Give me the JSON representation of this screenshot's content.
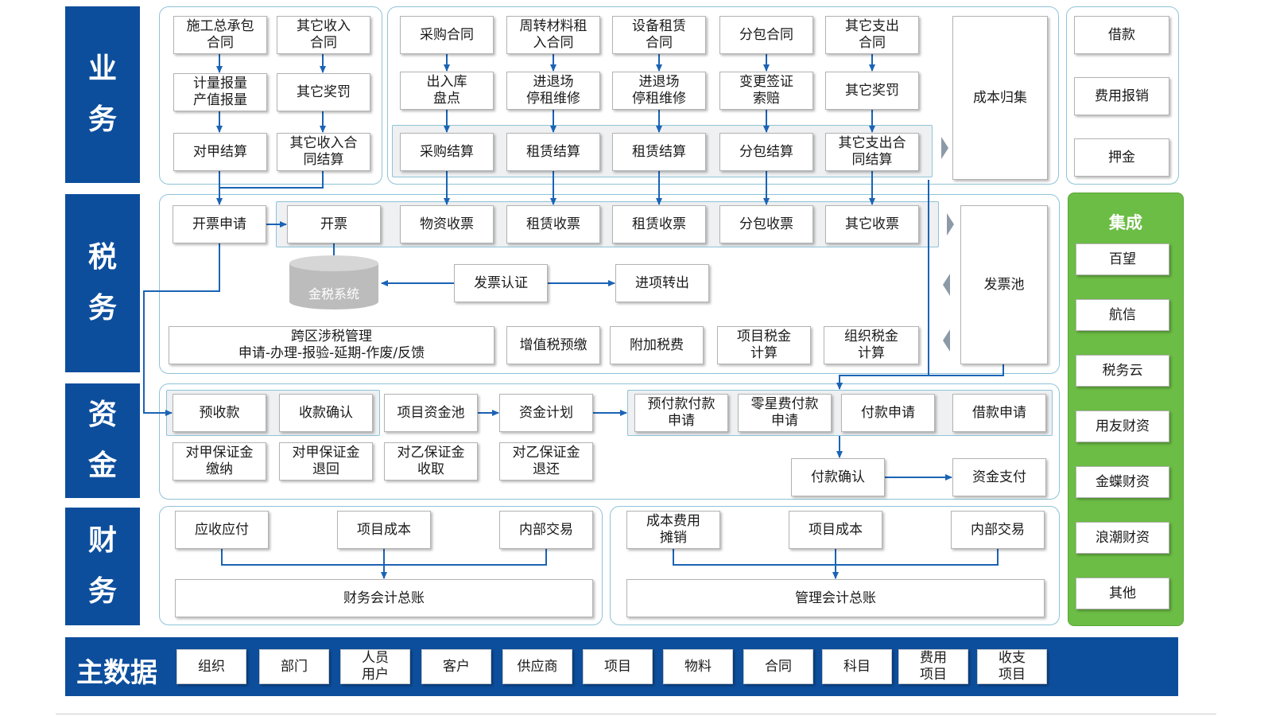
{
  "sections": {
    "business": "业\n务",
    "tax": "税\n务",
    "capital": "资\n金",
    "finance": "财\n务"
  },
  "business": {
    "income_col1": [
      "施工总承包\n合同",
      "计量报量\n产值报量",
      "对甲结算"
    ],
    "income_col2": [
      "其它收入\n合同",
      "其它奖罚",
      "其它收入合\n同结算"
    ],
    "cost_contracts": [
      "采购合同",
      "周转材料租\n入合同",
      "设备租赁\n合同",
      "分包合同",
      "其它支出\n合同"
    ],
    "cost_process": [
      "出入库\n盘点",
      "进退场\n停租维修",
      "进退场\n停租维修",
      "变更签证\n索赔",
      "其它奖罚"
    ],
    "cost_settlements": [
      "采购结算",
      "租赁结算",
      "租赁结算",
      "分包结算",
      "其它支出合\n同结算"
    ],
    "cost_collection": "成本归集",
    "right_items": [
      "借款",
      "费用报销",
      "押金"
    ]
  },
  "tax": {
    "invoice_request": "开票申请",
    "invoice_row": [
      "开票",
      "物资收票",
      "租赁收票",
      "租赁收票",
      "分包收票",
      "其它收票"
    ],
    "golden_tax": "金税系统",
    "invoice_auth": "发票认证",
    "input_transfer": "进项转出",
    "cross_region": "跨区涉税管理\n申请-办理-报验-延期-作废/反馈",
    "vat_prepay": "增值税预缴",
    "surcharge": "附加税费",
    "project_tax": "项目税金\n计算",
    "org_tax": "组织税金\n计算",
    "invoice_pool": "发票池"
  },
  "integration": {
    "title": "集成",
    "items": [
      "百望",
      "航信",
      "税务云",
      "用友财资",
      "金蝶财资",
      "浪潮财资",
      "其他"
    ]
  },
  "capital": {
    "receipts": [
      "预收款",
      "收款确认"
    ],
    "project_pool": "项目资金池",
    "fund_plan": "资金计划",
    "payments": [
      "预付款付款\n申请",
      "零星费付款\n申请",
      "付款申请",
      "借款申请"
    ],
    "deposits": [
      "对甲保证金\n缴纳",
      "对甲保证金\n退回",
      "对乙保证金\n收取",
      "对乙保证金\n退还"
    ],
    "payment_confirm": "付款确认",
    "fund_payment": "资金支付"
  },
  "finance": {
    "left_items": [
      "应收应付",
      "项目成本",
      "内部交易"
    ],
    "left_ledger": "财务会计总账",
    "right_items": [
      "成本费用\n摊销",
      "项目成本",
      "内部交易"
    ],
    "right_ledger": "管理会计总账"
  },
  "master_data": {
    "title": "主数据",
    "items": [
      "组织",
      "部门",
      "人员\n用户",
      "客户",
      "供应商",
      "项目",
      "物料",
      "合同",
      "科目",
      "费用\n项目",
      "收支\n项目"
    ]
  },
  "colors": {
    "brand_blue": "#0d4e9c",
    "connector": "#1b63b5",
    "panel_border": "#8fc3d8",
    "integration_green": "#6cbd45"
  }
}
